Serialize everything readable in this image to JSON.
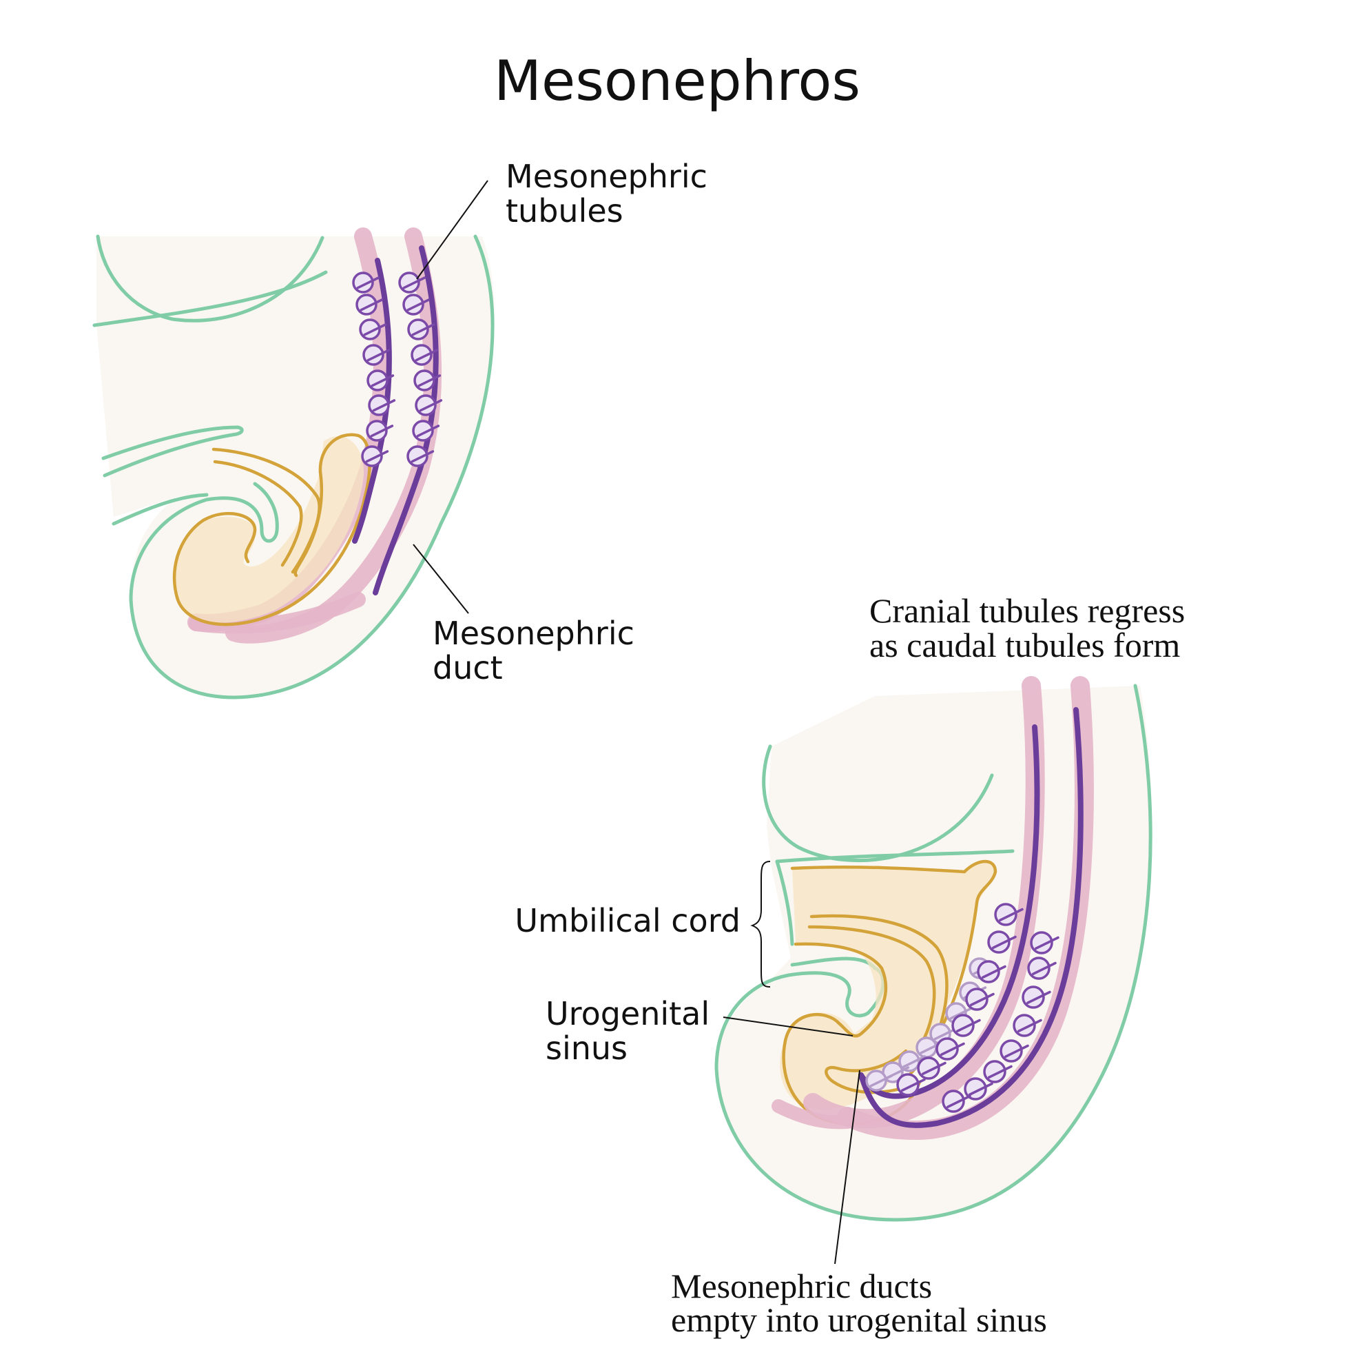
{
  "title": "Mesonephros",
  "labels": {
    "mesonephric_tubules": [
      "Mesonephric",
      "tubules"
    ],
    "mesonephric_duct": [
      "Mesonephric",
      "duct"
    ],
    "cranial_note": [
      "Cranial tubules regress",
      "as caudal tubules form"
    ],
    "umbilical_cord": "Umbilical cord",
    "urogenital_sinus": [
      "Urogenital",
      "sinus"
    ],
    "ducts_empty": [
      "Mesonephric ducts",
      "empty into urogenital sinus"
    ]
  },
  "colors": {
    "body_outline": "#7fcca6",
    "body_fill": "#faf7f2",
    "mesoderm_band": "#e4b5c9",
    "duct": "#6a3d9a",
    "tubule": "#7b4aa8",
    "regressing_tubule": "#b49cc8",
    "tubule_fill": "#ece3f4",
    "gut": "#d3a33a",
    "gut_fill": "#f7e4c2",
    "leader_line": "#111111"
  }
}
